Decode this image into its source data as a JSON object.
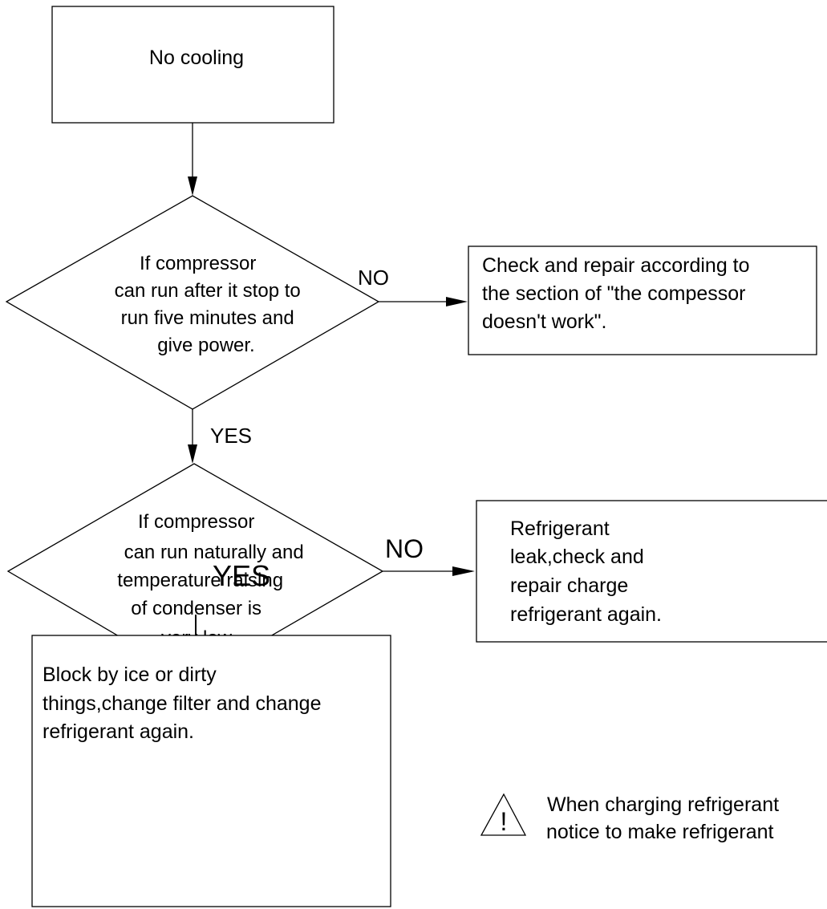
{
  "flowchart": {
    "start": {
      "text": "No cooling"
    },
    "decision1": {
      "lines": [
        "If compressor",
        "can run after it stop to",
        "run five minutes and",
        "give power."
      ],
      "no_label": "NO",
      "yes_label": "YES"
    },
    "action1": {
      "lines": [
        "Check and repair according to",
        "the section of \"the compessor",
        "doesn't work\"."
      ]
    },
    "decision2": {
      "lines": [
        "If compressor",
        "can run naturally and",
        "temperature raising",
        "of condenser is",
        "very low"
      ],
      "no_label": "NO",
      "yes_label": "YES"
    },
    "action2": {
      "lines": [
        "Refrigerant",
        "leak,check and",
        "repair charge",
        "refrigerant again."
      ]
    },
    "action3": {
      "lines": [
        "Block by ice or dirty",
        "things,change filter and change",
        "refrigerant again."
      ]
    },
    "note": {
      "icon": "warning-triangle-icon",
      "glyph": "!",
      "lines": [
        "When charging refrigerant",
        "notice to make refrigerant"
      ]
    }
  }
}
